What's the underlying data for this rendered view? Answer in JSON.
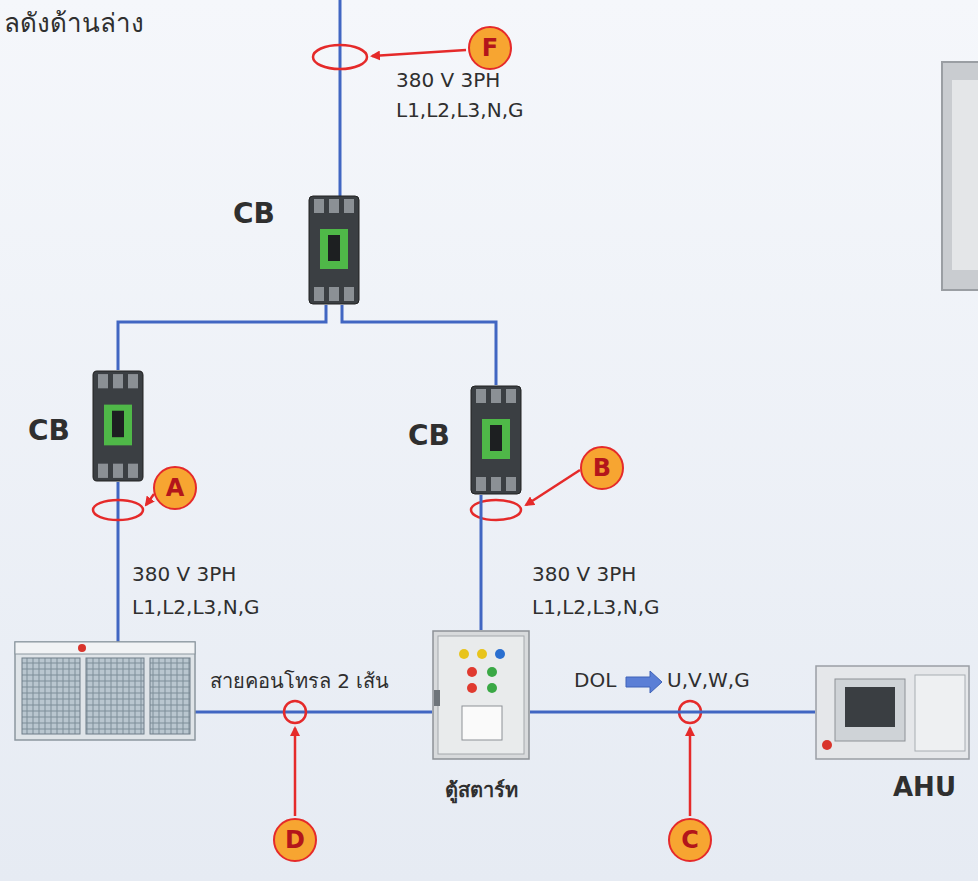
{
  "diagram": {
    "nodes": [
      {
        "text": [
          "CB"
        ]
      },
      {
        "text": [
          "CB"
        ]
      },
      {
        "text": [
          "CB"
        ]
      },
      {
        "text": [
          "ตู้สตาร์ท"
        ]
      },
      {
        "text": [
          "AHU"
        ]
      }
    ],
    "edges": [
      {
        "from": 0,
        "to": 1,
        "arrow": "none"
      },
      {
        "from": 0,
        "to": 2,
        "arrow": "none"
      },
      {
        "from": 2,
        "to": 3,
        "arrow": "none"
      },
      {
        "from": 3,
        "to": 4,
        "arrow": "none"
      }
    ],
    "labels": [
      "ลดังด้านล่าง",
      "F",
      "380 V 3PH",
      "L1,L2,L3,N,G",
      "A",
      "B",
      "380 V 3PH",
      "L1,L2,L3,N,G",
      "380 V 3PH",
      "L1,L2,L3,N,G",
      "สายคอนโทรล 2 เส้น",
      "DOL",
      "U,V,W,G",
      "D",
      "C"
    ]
  }
}
